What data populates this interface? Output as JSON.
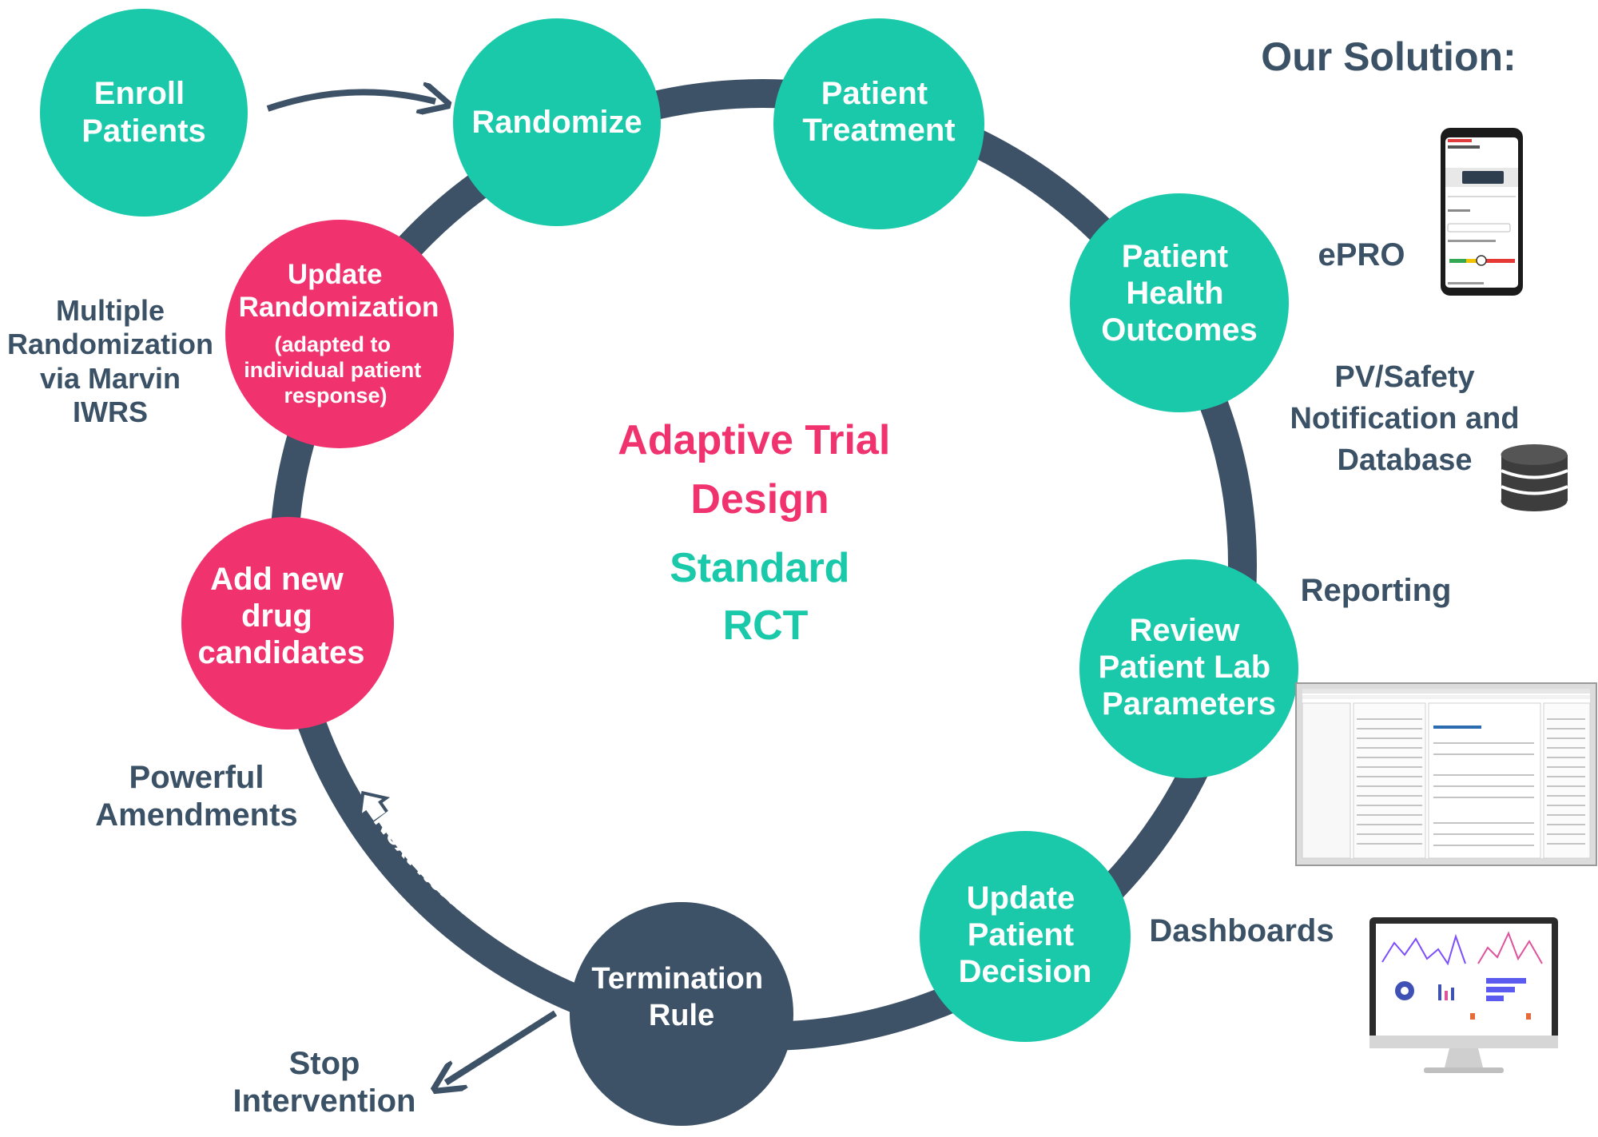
{
  "colors": {
    "teal": "#19c9aa",
    "pink": "#f0336e",
    "navy": "#3d5167",
    "label": "#3b5166"
  },
  "heading": "Our Solution:",
  "center": {
    "adaptive_line1": "Adaptive Trial",
    "adaptive_line2": "Design",
    "standard_line1": "Standard",
    "standard_line2": "RCT"
  },
  "nodes": {
    "enroll": [
      "Enroll",
      "Patients"
    ],
    "randomize": [
      "Randomize"
    ],
    "treatment": [
      "Patient",
      "Treatment"
    ],
    "health": [
      "Patient",
      "Health",
      "Outcomes"
    ],
    "review": [
      "Review",
      "Patient Lab",
      "Parameters"
    ],
    "decision": [
      "Update",
      "Patient",
      "Decision"
    ],
    "termination": [
      "Termination",
      "Rule"
    ],
    "add_drug": [
      "Add new",
      "drug",
      "candidates"
    ],
    "update_rand": {
      "title": [
        "Update",
        "Randomization"
      ],
      "sub": [
        "(adapted to",
        "individual patient",
        "response)"
      ]
    }
  },
  "next_iteration": "Next Iteration",
  "side_labels": {
    "multiple": [
      "Multiple",
      "Randomization",
      "via Marvin",
      "IWRS"
    ],
    "powerful": [
      "Powerful",
      "Amendments"
    ],
    "stop": [
      "Stop",
      "Intervention"
    ],
    "epro": [
      "ePRO"
    ],
    "pv": [
      "PV/Safety",
      "Notification and",
      "Database"
    ],
    "reporting": [
      "Reporting"
    ],
    "dashboards": [
      "Dashboards"
    ]
  },
  "icons": [
    "phone-icon",
    "database-icon",
    "software-window-icon",
    "monitor-icon"
  ]
}
